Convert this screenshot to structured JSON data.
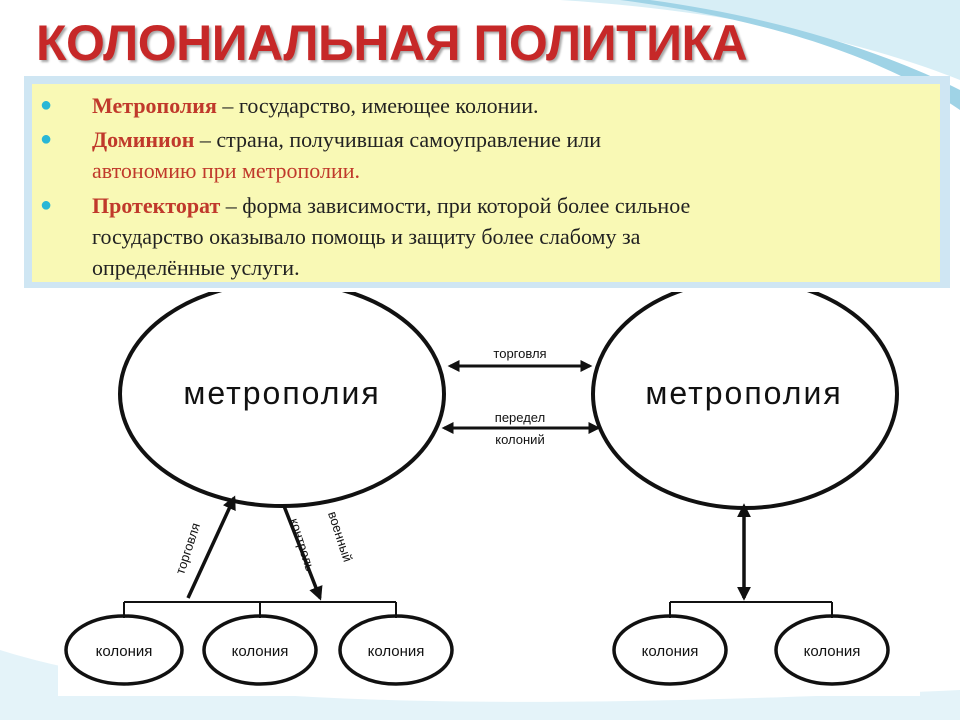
{
  "slide": {
    "title": "КОЛОНИАЛЬНАЯ ПОЛИТИКА",
    "colors": {
      "title": "#c62828",
      "term": "#c0392b",
      "box": "#f9f9b5",
      "frame": "#cfe6f3",
      "bullet": "#29b7d6"
    }
  },
  "definitions": [
    {
      "term": "Метрополия",
      "rest": " – государство, имеющее колонии."
    },
    {
      "term": "Доминион",
      "rest": " – страна, получившая самоуправление или",
      "line2": "автономию при метрополии."
    },
    {
      "term": "Протекторат",
      "rest": " – форма зависимости, при которой более сильное",
      "line2": "государство оказывало помощь и защиту более слабому за",
      "line3": "определённые услуги."
    }
  ],
  "diagram": {
    "left_metropolis": "метрополия",
    "right_metropolis": "метрополия",
    "link_trade": "торговля",
    "link_redivision_1": "передел",
    "link_redivision_2": "колоний",
    "arrow_trade": "торговля",
    "arrow_military_1": "военный",
    "arrow_military_2": "контроль",
    "colony_1": "колония",
    "colony_2": "колония",
    "colony_3": "колония",
    "colony_4": "колония",
    "colony_5": "колония"
  }
}
